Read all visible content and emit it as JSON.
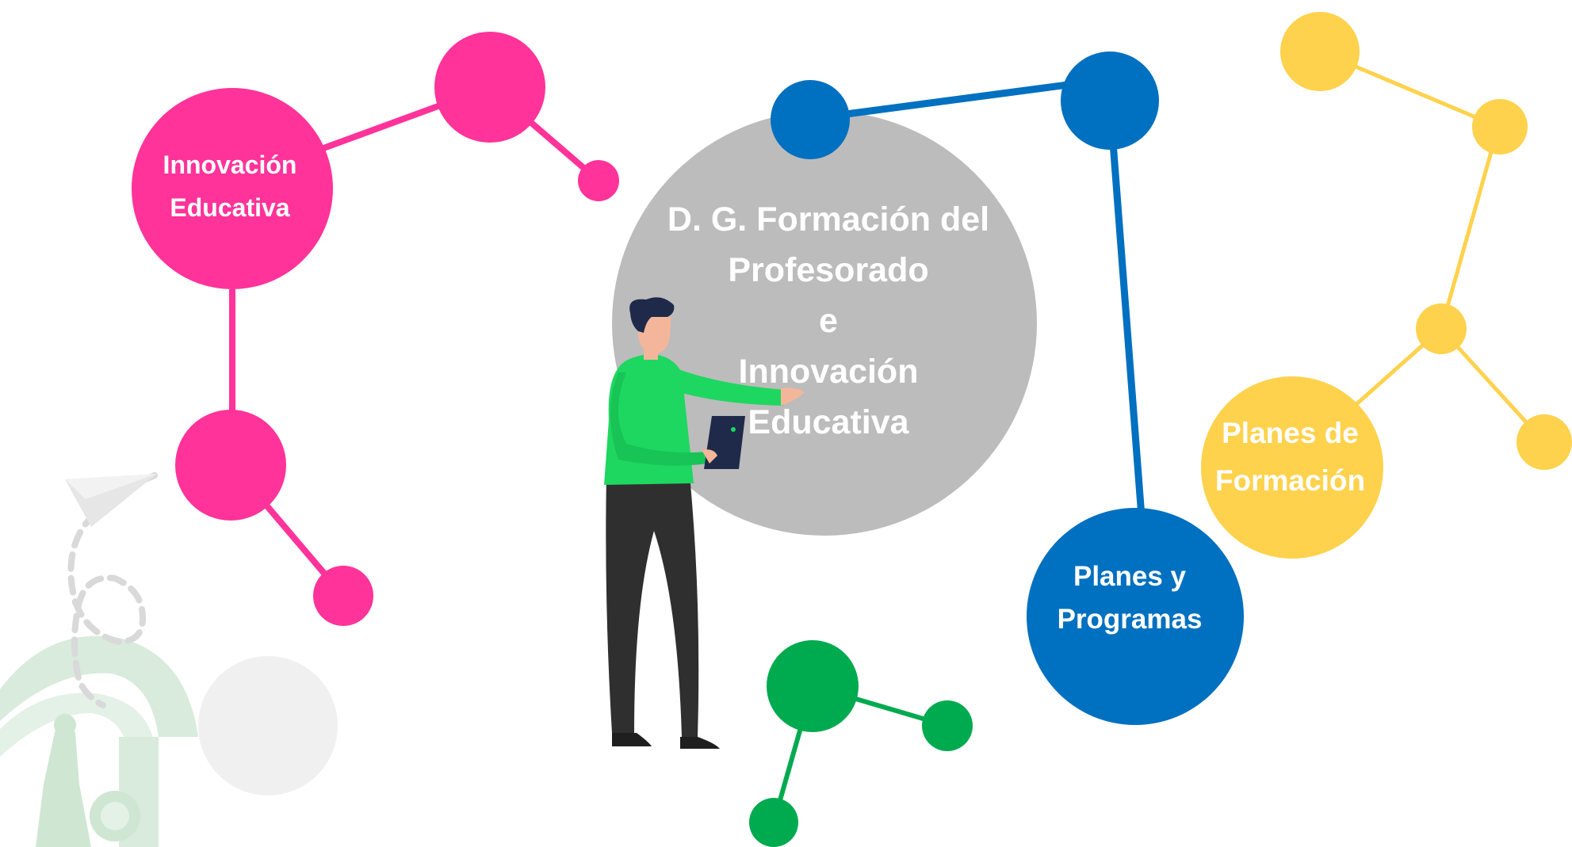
{
  "nodes": {
    "innovacion": {
      "label": "Innovación\nEducativa",
      "color": "#ff3399"
    },
    "central": {
      "label": "D. G. Formación del\nProfesorado\ne\nInnovación\nEducativa",
      "color": "#bcbcbc"
    },
    "planes_programas": {
      "label": "Planes y\nProgramas",
      "color": "#0070c0"
    },
    "planes_formacion": {
      "label": "Planes de\nFormación",
      "color": "#ffd24d"
    }
  },
  "colors": {
    "pink": "#ff3399",
    "blue": "#0070c0",
    "yellow": "#ffd24d",
    "green": "#00aa4f",
    "grey": "#bcbcbc",
    "light_grey": "#f0f0f0",
    "logo_green": "#b9dcc0"
  },
  "illustration": {
    "person": "person-holding-tablet",
    "paper_plane": "paper-plane-icon",
    "logo": "junta-andalucia-logo"
  }
}
